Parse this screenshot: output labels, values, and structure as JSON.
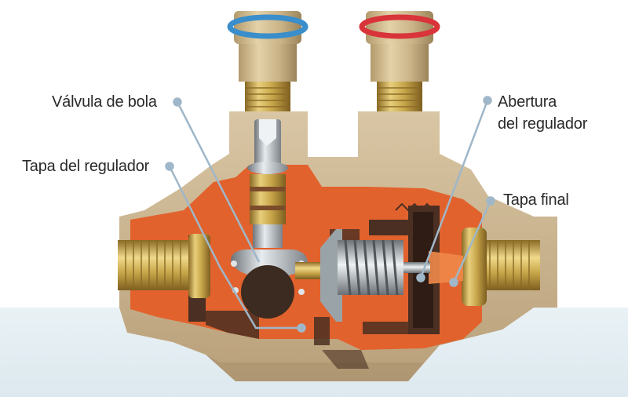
{
  "labels": {
    "ball_valve": "Válvula de bola",
    "regulator_cap": "Tapa del regulador",
    "regulator_opening_line1": "Abertura",
    "regulator_opening_line2": "del regulador",
    "end_cap": "Tapa final"
  },
  "colors": {
    "body_tan": "#cdb896",
    "body_shadow": "#a8916e",
    "cutaway_orange": "#e2622d",
    "dark_core": "#4a2f22",
    "brass": "#c7a64a",
    "blue_ring": "#3a8ecb",
    "red_ring": "#d8343a",
    "leader_line": "#9fb7c9"
  }
}
